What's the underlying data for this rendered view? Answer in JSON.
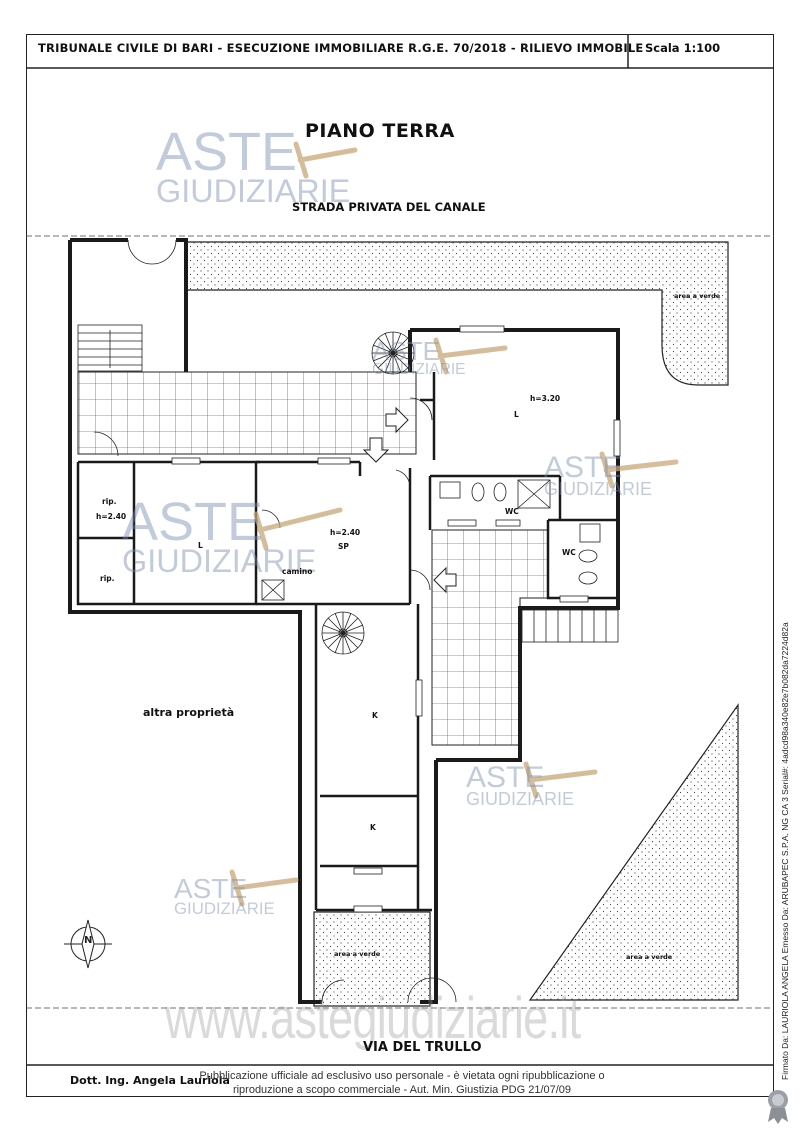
{
  "header": {
    "title": "TRIBUNALE CIVILE DI BARI - ESECUZIONE IMMOBILIARE R.G.E. 70/2018 - RILIEVO IMMOBILE",
    "scale": "Scala 1:100"
  },
  "plan": {
    "title": "PIANO TERRA",
    "street_top": "STRADA PRIVATA DEL CANALE",
    "street_bottom": "VIA DEL TRULLO",
    "other_property": "altra proprietà",
    "north_label": "N",
    "rooms": {
      "rip_h": "rip.",
      "rip_h_height": "h=2.40",
      "rip_2": "rip.",
      "L_left": "L",
      "SP": "SP",
      "SP_height": "h=2.40",
      "camino": "camino",
      "L_right": "L",
      "L_right_height": "h=3.20",
      "WC_1": "WC",
      "WC_2": "WC",
      "K_1": "K",
      "K_2": "K",
      "green_top": "area a verde",
      "green_bottom_left": "area a verde",
      "green_bottom_right": "area a verde"
    }
  },
  "footer": {
    "author": "Dott. Ing. Angela Lauriola",
    "notice": "Pubblicazione ufficiale ad esclusivo uso personale - è vietata ogni ripubblicazione o riproduzione a scopo commerciale - Aut. Min. Giustizia PDG 21/07/09",
    "certificate": "Firmato Da: LAURIOLA ANGELA Emesso Da: ARUBAPEC S.P.A. NG CA 3 Serial#: 4adcd98a340e82e7b082da7224d82a"
  },
  "watermarks": {
    "aste": "ASTE",
    "giudiziarie": "GIUDIZIARIE",
    "site": "www.astegiudiziarie.it"
  },
  "colors": {
    "wall": "#1a1a1a",
    "watermark": "#7f93b5",
    "gavel": "#c9a779"
  }
}
